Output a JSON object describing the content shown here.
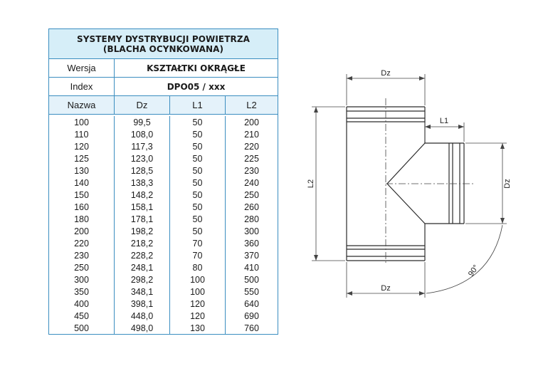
{
  "table": {
    "title_line1": "SYSTEMY DYSTRYBUCJI POWIETRZA",
    "title_line2": "(BLACHA OCYNKOWANA)",
    "wersja_label": "Wersja",
    "wersja_value": "KSZTAŁTKI OKRĄGŁE",
    "index_label": "Index",
    "index_value": "DPO05 / xxx",
    "columns": [
      "Nazwa",
      "Dz",
      "L1",
      "L2"
    ],
    "rows": [
      [
        "100",
        "99,5",
        "50",
        "200"
      ],
      [
        "110",
        "108,0",
        "50",
        "210"
      ],
      [
        "120",
        "117,3",
        "50",
        "220"
      ],
      [
        "125",
        "123,0",
        "50",
        "225"
      ],
      [
        "130",
        "128,5",
        "50",
        "230"
      ],
      [
        "140",
        "138,3",
        "50",
        "240"
      ],
      [
        "150",
        "148,2",
        "50",
        "250"
      ],
      [
        "160",
        "158,1",
        "50",
        "260"
      ],
      [
        "180",
        "178,1",
        "50",
        "280"
      ],
      [
        "200",
        "198,2",
        "50",
        "300"
      ],
      [
        "220",
        "218,2",
        "70",
        "360"
      ],
      [
        "230",
        "228,2",
        "70",
        "370"
      ],
      [
        "250",
        "248,1",
        "80",
        "410"
      ],
      [
        "300",
        "298,2",
        "100",
        "500"
      ],
      [
        "350",
        "348,1",
        "100",
        "550"
      ],
      [
        "400",
        "398,1",
        "120",
        "640"
      ],
      [
        "450",
        "448,0",
        "120",
        "690"
      ],
      [
        "500",
        "498,0",
        "130",
        "760"
      ]
    ]
  },
  "diagram": {
    "label_dz_top": "Dz",
    "label_dz_bottom": "Dz",
    "label_dz_side": "Dz",
    "label_l1": "L1",
    "label_l2": "L2",
    "label_angle": "90°"
  }
}
